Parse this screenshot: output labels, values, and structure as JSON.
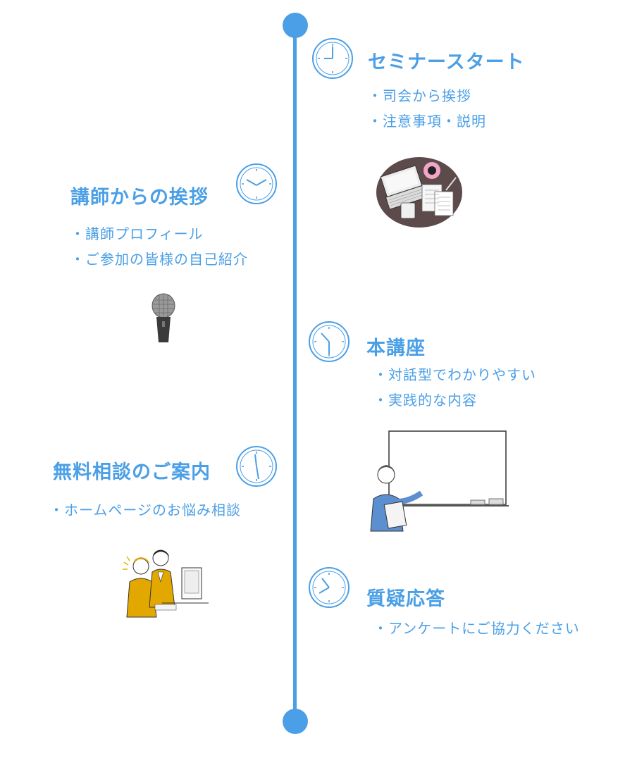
{
  "steps": [
    {
      "title": "セミナースタート",
      "items": [
        "・司会から挨拶",
        "・注意事項・説明"
      ]
    },
    {
      "title": "講師からの挨拶",
      "items": [
        "・講師プロフィール",
        "・ご参加の皆様の自己紹介"
      ]
    },
    {
      "title": "本講座",
      "items": [
        "・対話型でわかりやすい",
        "・実践的な内容"
      ]
    },
    {
      "title": "無料相談のご案内",
      "items": [
        "・ホームページのお悩み相談"
      ]
    },
    {
      "title": "質疑応答",
      "items": [
        "・アンケートにご協力ください"
      ]
    }
  ],
  "colors": {
    "accent": "#4a9fe6"
  },
  "icons": [
    "clock-icon",
    "laptop-desk-illustration",
    "microphone-illustration",
    "whiteboard-teacher-illustration",
    "consultation-illustration"
  ]
}
